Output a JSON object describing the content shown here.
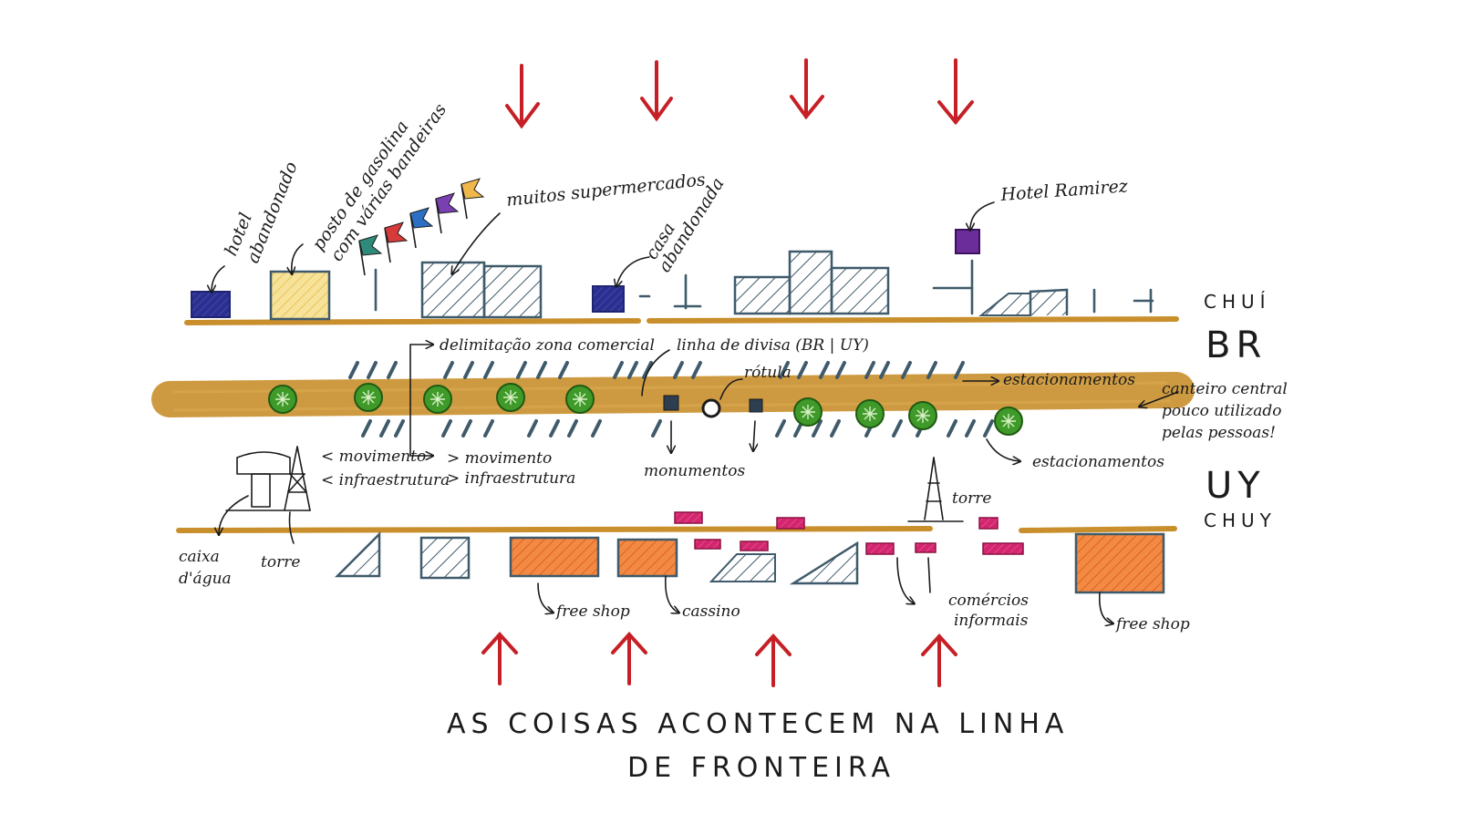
{
  "labels": {
    "country_top": "BR",
    "city_top": "CHUÍ",
    "country_bottom": "UY",
    "city_bottom": "CHUY",
    "hotel_abandonado": [
      "hotel",
      "abandonado"
    ],
    "posto": [
      "posto de gasolina",
      "com várias bandeiras"
    ],
    "supermercados": "muitos supermercados",
    "casa_abandonada": [
      "casa",
      "abandonada"
    ],
    "hotel_ramirez": "Hotel Ramirez",
    "delimitacao": "delimitação zona comercial",
    "linha_divisa": "linha de divisa (BR | UY)",
    "rotula": "rótula",
    "estacionamentos_top": "estacionamentos",
    "estacionamentos_bottom": "estacionamentos",
    "canteiro": [
      "canteiro central",
      "pouco utilizado",
      "pelas pessoas!"
    ],
    "movimento_left": [
      "< movimento",
      "< infraestrutura"
    ],
    "movimento_right": [
      "> movimento",
      "> infraestrutura"
    ],
    "monumentos": "monumentos",
    "caixa_dagua": [
      "caixa",
      "d'água"
    ],
    "torre_left": "torre",
    "torre_right": "torre",
    "free_shop_left": "free shop",
    "cassino": "cassino",
    "comercios": [
      "comércios",
      "informais"
    ],
    "free_shop_right": "free shop"
  },
  "caption": {
    "line1": "AS COISAS ACONTECEM NA LINHA",
    "line2": "DE FRONTEIRA"
  },
  "colors": {
    "arrow_red": "#c62026",
    "road_ochre": "#c98f2c",
    "building_grey": "#3f5a6a",
    "hotel_blue": "#2b2f8f",
    "posto_yellow": "#f2d36b",
    "shop_orange": "#f07a32",
    "shop_magenta": "#d3266f",
    "tree_green": "#3f9a2a",
    "hotel_ramirez_purple": "#6a2d9a"
  },
  "flags": [
    "#2e8b7a",
    "#d63a3a",
    "#2c6fc4",
    "#7a3fb0",
    "#f0b84a"
  ]
}
